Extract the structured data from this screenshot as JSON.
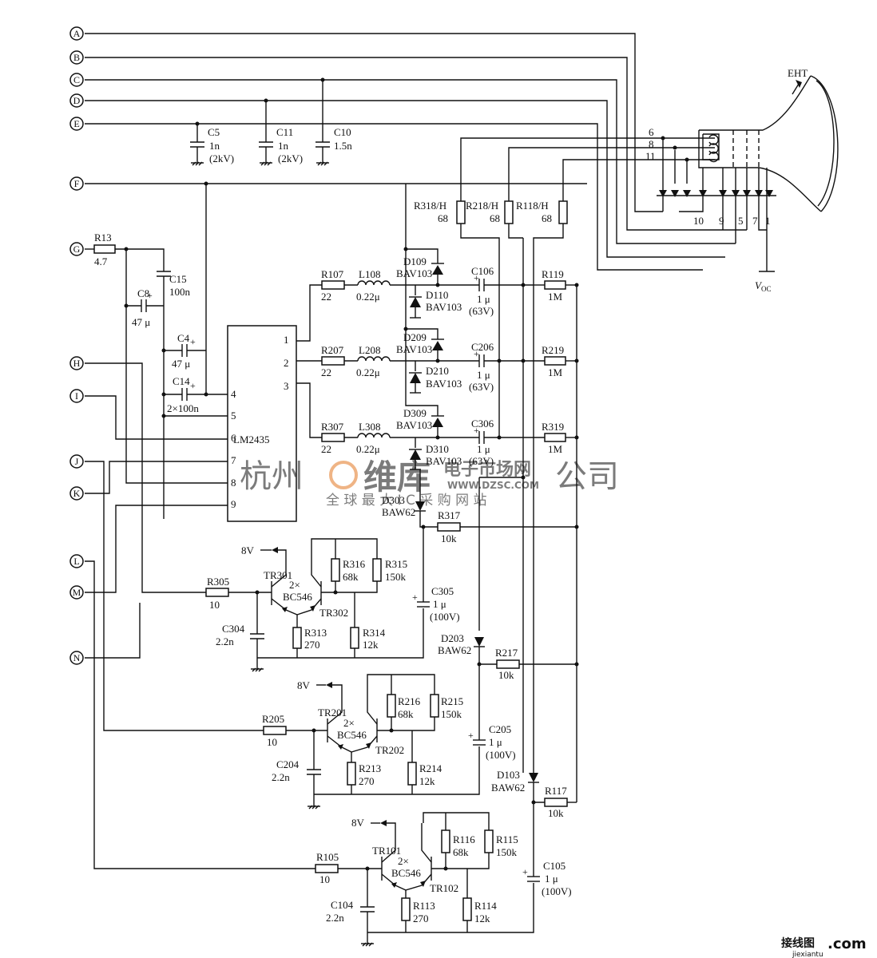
{
  "terminals": [
    "A",
    "B",
    "C",
    "D",
    "E",
    "F",
    "G",
    "H",
    "I",
    "J",
    "K",
    "L",
    "M",
    "N"
  ],
  "ic": {
    "name": "LM2435",
    "pins": [
      "1",
      "2",
      "3",
      "4",
      "5",
      "6",
      "7",
      "8",
      "9"
    ]
  },
  "crt": {
    "label": "EHT",
    "pins_left": [
      "6",
      "8",
      "11"
    ],
    "pins_bottom": [
      "10",
      "9",
      "5",
      "7",
      "1"
    ],
    "supply": "V",
    "supply_sub": "OC"
  },
  "caps_top": [
    {
      "ref": "C5",
      "value": "1n",
      "rating": "(2kV)"
    },
    {
      "ref": "C11",
      "value": "1n",
      "rating": "(2kV)"
    },
    {
      "ref": "C10",
      "value": "1.5n"
    }
  ],
  "left_parts": [
    {
      "ref": "R13",
      "value": "4.7"
    },
    {
      "ref": "C15",
      "value": "100n"
    },
    {
      "ref": "C8",
      "value": "47 μ"
    },
    {
      "ref": "C4",
      "value": "47 μ"
    },
    {
      "ref": "C14",
      "value": "2×100n"
    }
  ],
  "channels": [
    {
      "rin": "R107",
      "rin_v": "22",
      "l": "L108",
      "l_v": "0.22μ",
      "dtop": "D109",
      "dtop_v": "BAV103",
      "dbot": "D110",
      "dbot_v": "BAV103",
      "c": "C106",
      "c_v": "1 μ",
      "c_r": "(63V)",
      "rfb": "R119",
      "rfb_v": "1M",
      "rh": "R318/H",
      "rh_v": "68"
    },
    {
      "rin": "R207",
      "rin_v": "22",
      "l": "L208",
      "l_v": "0.22μ",
      "dtop": "D209",
      "dtop_v": "BAV103",
      "dbot": "D210",
      "dbot_v": "BAV103",
      "c": "C206",
      "c_v": "1 μ",
      "c_r": "(63V)",
      "rfb": "R219",
      "rfb_v": "1M",
      "rh": "R218/H",
      "rh_v": "68"
    },
    {
      "rin": "R307",
      "rin_v": "22",
      "l": "L308",
      "l_v": "0.22μ",
      "dtop": "D309",
      "dtop_v": "BAV103",
      "dbot": "D310",
      "dbot_v": "BAV103",
      "c": "C306",
      "c_v": "1 μ",
      "c_r": "(63V)",
      "rfb": "R319",
      "rfb_v": "1M",
      "rh": "R118/H",
      "rh_v": "68"
    }
  ],
  "amps": [
    {
      "supply": "8V",
      "rin": "R305",
      "rin_v": "10",
      "ta": "TR301",
      "tb": "TR302",
      "pair": "2×",
      "pair2": "BC546",
      "ra": "R316",
      "ra_v": "68k",
      "rb": "R315",
      "rb_v": "150k",
      "re1": "R313",
      "re1_v": "270",
      "re2": "R314",
      "re2_v": "12k",
      "cin": "C304",
      "cin_v": "2.2n",
      "cout": "C305",
      "cout_v": "1 μ",
      "cout_r": "(100V)",
      "d": "D303",
      "d_v": "BAW62",
      "rfb": "R317",
      "rfb_v": "10k"
    },
    {
      "supply": "8V",
      "rin": "R205",
      "rin_v": "10",
      "ta": "TR201",
      "tb": "TR202",
      "pair": "2×",
      "pair2": "BC546",
      "ra": "R216",
      "ra_v": "68k",
      "rb": "R215",
      "rb_v": "150k",
      "re1": "R213",
      "re1_v": "270",
      "re2": "R214",
      "re2_v": "12k",
      "cin": "C204",
      "cin_v": "2.2n",
      "cout": "C205",
      "cout_v": "1 μ",
      "cout_r": "(100V)",
      "d": "D203",
      "d_v": "BAW62",
      "rfb": "R217",
      "rfb_v": "10k"
    },
    {
      "supply": "8V",
      "rin": "R105",
      "rin_v": "10",
      "ta": "TR101",
      "tb": "TR102",
      "pair": "2×",
      "pair2": "BC546",
      "ra": "R116",
      "ra_v": "68k",
      "rb": "R115",
      "rb_v": "150k",
      "re1": "R113",
      "re1_v": "270",
      "re2": "R114",
      "re2_v": "12k",
      "cin": "C104",
      "cin_v": "2.2n",
      "cout": "C105",
      "cout_v": "1 μ",
      "cout_r": "(100V)",
      "d": "D103",
      "d_v": "BAW62",
      "rfb": "R117",
      "rfb_v": "10k"
    }
  ],
  "watermark": {
    "company_l": "杭州",
    "company_r": "公司",
    "logo": "维库",
    "market": "电子市场网",
    "url": "WWW.DZSC.COM",
    "slogan": "全 球 最 大 I C 采 购 网 站",
    "corner_cn": "接线图",
    "corner_com": ".com",
    "corner_site": "jiexiantu"
  }
}
